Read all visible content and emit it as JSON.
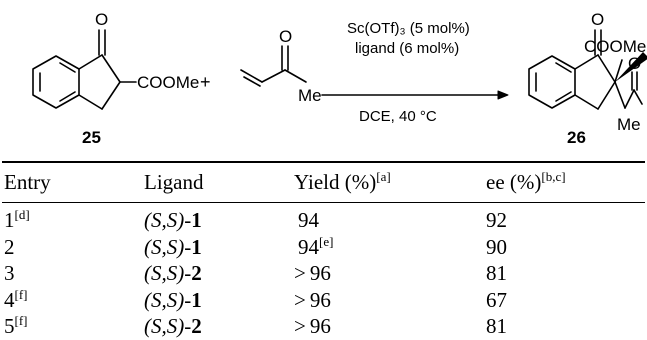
{
  "scheme": {
    "reactant_ester": "COOMe",
    "plus": "+",
    "vinyl_ketone_methyl": "Me",
    "ketone_oxygen": "O",
    "catalyst": "Sc(OTf)₃ (5 mol%)",
    "ligand_line": "ligand (6 mol%)",
    "conditions": "DCE, 40 °C",
    "compound_start": "25",
    "compound_product": "26",
    "product_ester": "COOMe",
    "product_methyl": "Me"
  },
  "table": {
    "headers": [
      {
        "text": "Entry",
        "sup": ""
      },
      {
        "text": "Ligand",
        "sup": ""
      },
      {
        "text": "Yield (%)",
        "sup": "[a]"
      },
      {
        "text": "ee (%)",
        "sup": "[b,c]"
      }
    ],
    "rows": [
      {
        "entry": "1",
        "entry_sup": "[d]",
        "ligand_prefix": "(S,S)-",
        "ligand_num": "1",
        "yield_prefix": "",
        "yield": "94",
        "yield_sup": "",
        "ee": "92"
      },
      {
        "entry": "2",
        "entry_sup": "",
        "ligand_prefix": "(S,S)-",
        "ligand_num": "1",
        "yield_prefix": "",
        "yield": "94",
        "yield_sup": "[e]",
        "ee": "90"
      },
      {
        "entry": "3",
        "entry_sup": "",
        "ligand_prefix": "(S,S)-",
        "ligand_num": "2",
        "yield_prefix": ">",
        "yield": "96",
        "yield_sup": "",
        "ee": "81"
      },
      {
        "entry": "4",
        "entry_sup": "[f]",
        "ligand_prefix": "(S,S)-",
        "ligand_num": "1",
        "yield_prefix": ">",
        "yield": "96",
        "yield_sup": "",
        "ee": "67"
      },
      {
        "entry": "5",
        "entry_sup": "[f]",
        "ligand_prefix": "(S,S)-",
        "ligand_num": "2",
        "yield_prefix": ">",
        "yield": "96",
        "yield_sup": "",
        "ee": "81"
      }
    ]
  }
}
